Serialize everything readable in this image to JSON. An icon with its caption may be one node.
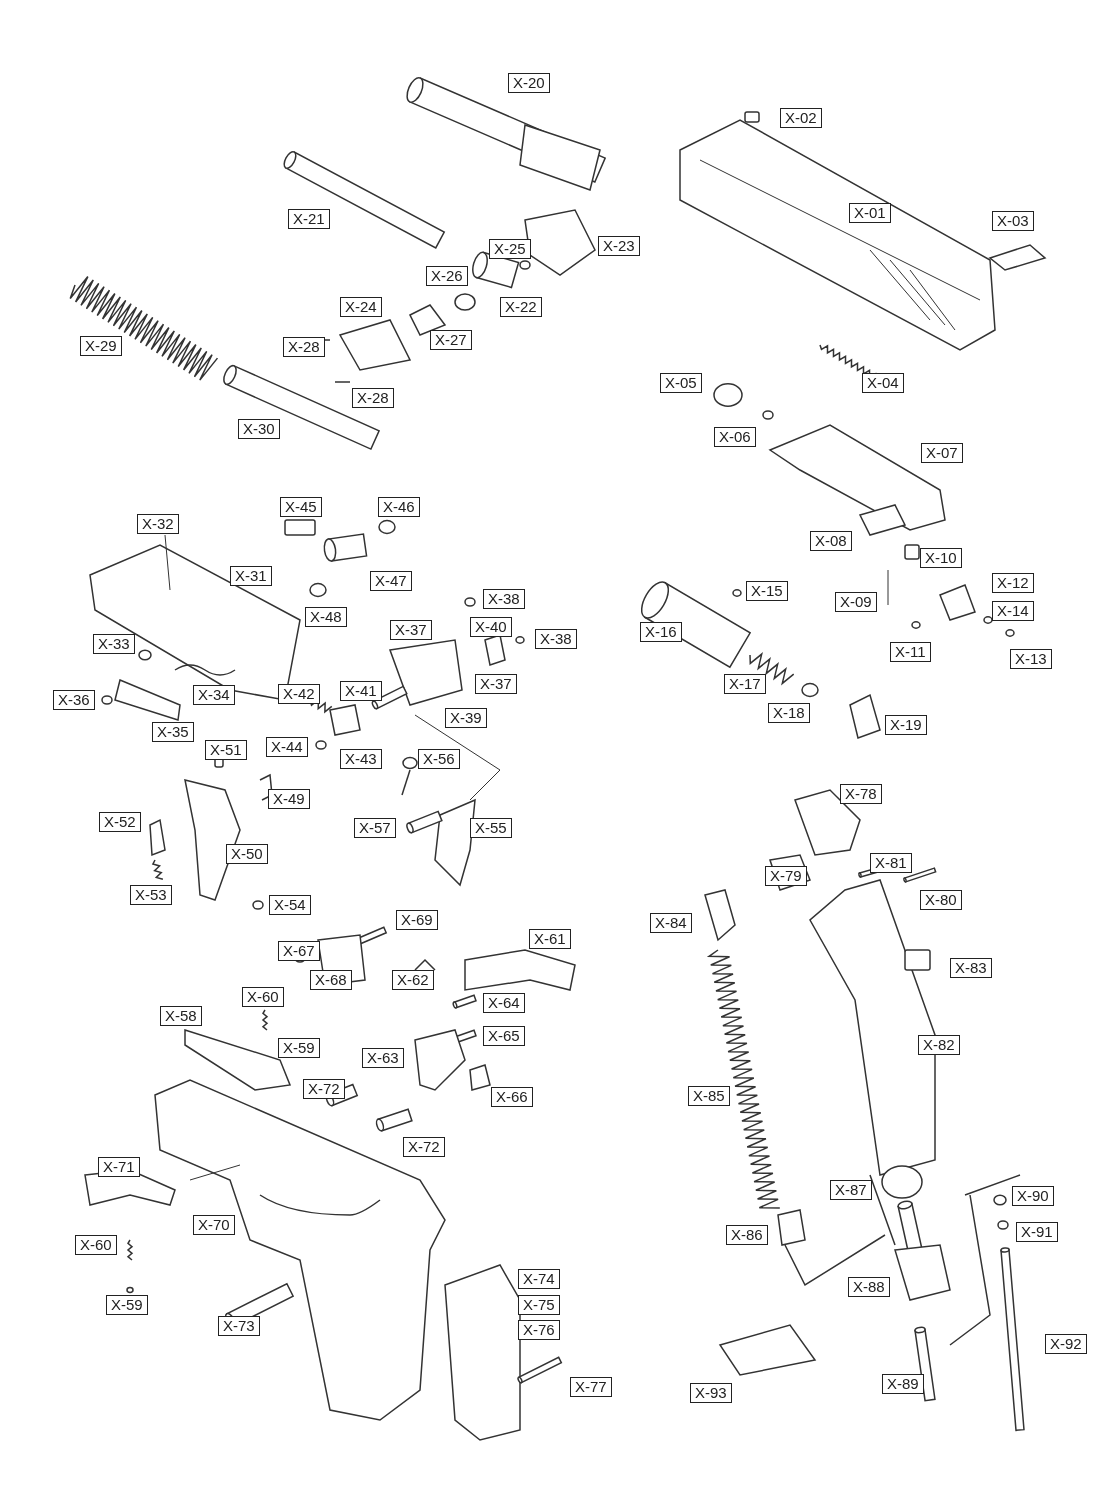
{
  "diagram": {
    "labels": [
      "X-20",
      "X-02",
      "X-01",
      "X-21",
      "X-03",
      "X-25",
      "X-23",
      "X-26",
      "X-22",
      "X-24",
      "X-28",
      "X-27",
      "X-29",
      "X-28",
      "X-04",
      "X-05",
      "X-06",
      "X-30",
      "X-07",
      "X-45",
      "X-46",
      "X-32",
      "X-08",
      "X-10",
      "X-31",
      "X-47",
      "X-12",
      "X-15",
      "X-09",
      "X-48",
      "X-38",
      "X-16",
      "X-14",
      "X-37",
      "X-40",
      "X-38",
      "X-33",
      "X-11",
      "X-13",
      "X-17",
      "X-37",
      "X-42",
      "X-41",
      "X-34",
      "X-36",
      "X-18",
      "X-19",
      "X-39",
      "X-35",
      "X-44",
      "X-43",
      "X-51",
      "X-56",
      "X-78",
      "X-49",
      "X-57",
      "X-55",
      "X-52",
      "X-50",
      "X-79",
      "X-81",
      "X-53",
      "X-80",
      "X-54",
      "X-69",
      "X-84",
      "X-61",
      "X-67",
      "X-60",
      "X-62",
      "X-68",
      "X-83",
      "X-64",
      "X-58",
      "X-59",
      "X-65",
      "X-82",
      "X-63",
      "X-66",
      "X-85",
      "X-72",
      "X-72",
      "X-71",
      "X-87",
      "X-90",
      "X-70",
      "X-91",
      "X-86",
      "X-60",
      "X-88",
      "X-59",
      "X-74",
      "X-75",
      "X-76",
      "X-73",
      "X-92",
      "X-77",
      "X-93",
      "X-89"
    ]
  }
}
